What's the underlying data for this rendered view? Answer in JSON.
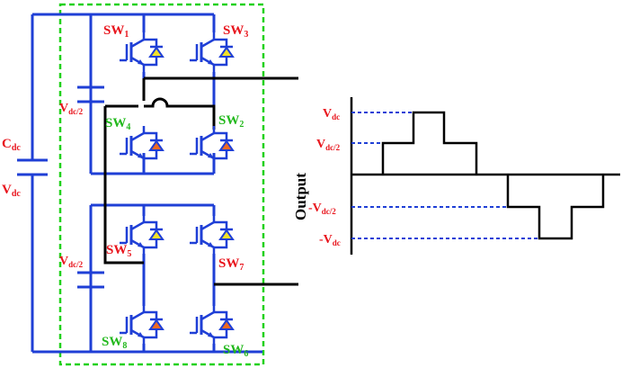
{
  "colors": {
    "wire": "#1f3fd6",
    "box": "#22d11c",
    "red_label": "#e8141c",
    "green_label": "#22b81c",
    "blue_label": "#1f3fd6",
    "diode_yellow": "#f2e12a",
    "diode_orange": "#f06a22"
  },
  "labels": {
    "cdc": {
      "main": "C",
      "sub": "dc"
    },
    "vdc": {
      "main": "V",
      "sub": "dc"
    },
    "vdc_half_top": {
      "main": "V",
      "sub": "dc/2"
    },
    "vdc_half_bottom": {
      "main": "V",
      "sub": "dc/2"
    },
    "output": "Output"
  },
  "switches": [
    {
      "id": "sw1",
      "main": "SW",
      "sub": "1",
      "color": "red",
      "diode": "diode_yellow"
    },
    {
      "id": "sw3",
      "main": "SW",
      "sub": "3",
      "color": "red",
      "diode": "diode_yellow"
    },
    {
      "id": "sw4",
      "main": "SW",
      "sub": "4",
      "color": "green",
      "diode": "diode_orange"
    },
    {
      "id": "sw2",
      "main": "SW",
      "sub": "2",
      "color": "green",
      "diode": "diode_orange"
    },
    {
      "id": "sw5",
      "main": "SW",
      "sub": "5",
      "color": "red",
      "diode": "diode_yellow"
    },
    {
      "id": "sw7",
      "main": "SW",
      "sub": "7",
      "color": "red",
      "diode": "diode_yellow"
    },
    {
      "id": "sw8",
      "main": "SW",
      "sub": "8",
      "color": "green",
      "diode": "diode_orange"
    },
    {
      "id": "sw6",
      "main": "SW",
      "sub": "6",
      "color": "green",
      "diode": "diode_orange"
    }
  ],
  "waveform_levels": [
    {
      "id": "vdc",
      "prefix": "",
      "main": "V",
      "sub": "dc"
    },
    {
      "id": "vdc_half",
      "prefix": "",
      "main": "V",
      "sub": "dc/2"
    },
    {
      "id": "neg_vdc_half",
      "prefix": "-",
      "main": "V",
      "sub": "dc/2"
    },
    {
      "id": "neg_vdc",
      "prefix": "-",
      "main": "V",
      "sub": "dc"
    }
  ]
}
